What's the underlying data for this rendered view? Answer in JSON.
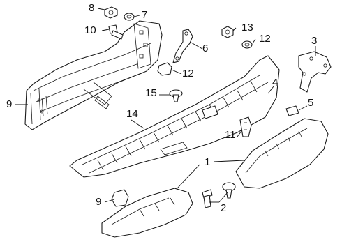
{
  "diagram": {
    "type": "exploded parts diagram",
    "subject": "rear step bumper assembly",
    "callouts": [
      {
        "id": "c1",
        "label": "1"
      },
      {
        "id": "c2",
        "label": "2"
      },
      {
        "id": "c3",
        "label": "3"
      },
      {
        "id": "c4",
        "label": "4"
      },
      {
        "id": "c5",
        "label": "5"
      },
      {
        "id": "c6",
        "label": "6"
      },
      {
        "id": "c7",
        "label": "7"
      },
      {
        "id": "c8",
        "label": "8"
      },
      {
        "id": "c9a",
        "label": "9"
      },
      {
        "id": "c9b",
        "label": "9"
      },
      {
        "id": "c10",
        "label": "10"
      },
      {
        "id": "c11",
        "label": "11"
      },
      {
        "id": "c12a",
        "label": "12"
      },
      {
        "id": "c12b",
        "label": "12"
      },
      {
        "id": "c13",
        "label": "13"
      },
      {
        "id": "c14",
        "label": "14"
      },
      {
        "id": "c15",
        "label": "15"
      }
    ]
  }
}
